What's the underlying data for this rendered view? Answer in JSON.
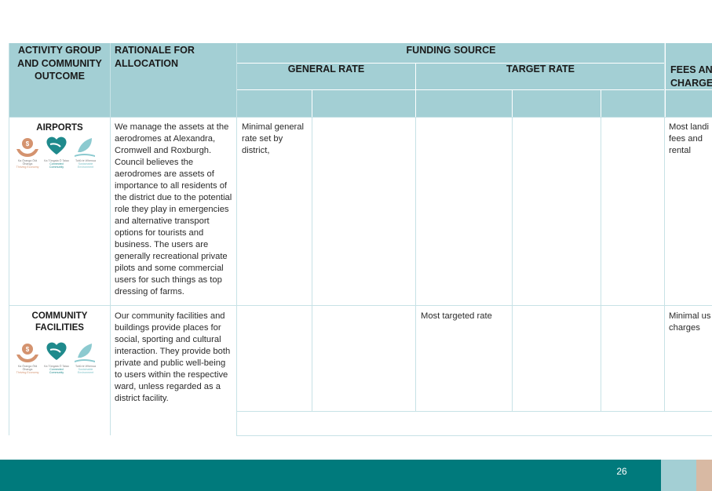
{
  "table": {
    "header": {
      "col1": "ACTIVITY GROUP AND COMMUNITY OUTCOME",
      "col2": "RATIONALE FOR ALLOCATION",
      "funding_source": "FUNDING SOURCE",
      "general_rate": "GENERAL RATE",
      "target_rate": "TARGET RATE",
      "fees": "FEES AN CHARGE"
    },
    "outcome_icons": [
      {
        "name": "thriving-economy-icon",
        "caption": "Ka Ōranga Ōtā Ōhanga",
        "subcaption": "Thriving Economy",
        "color": "#d4936f"
      },
      {
        "name": "connected-community-icon",
        "caption": "Ka Tūngata Ō Taiao",
        "subcaption": "Connected Community",
        "color": "#1f8a8c"
      },
      {
        "name": "sustainable-environment-icon",
        "caption": "Toitū te Whenua",
        "subcaption": "Sustainable Environment",
        "color": "#8ccad0"
      }
    ],
    "rows": [
      {
        "group": "AIRPORTS",
        "rationale": "We manage the assets at the aerodromes at Alexandra, Cromwell and Roxburgh. Council believes the aerodromes are assets of importance to all residents of the district due to the potential role they play in emergencies and alternative transport options for tourists and business. The users are generally recreational private pilots and some commercial users for such things as top dressing of farms.",
        "general_rate": "Minimal general rate set by district,",
        "target_rate": "",
        "fees": "Most landi fees and rental"
      },
      {
        "group": "COMMUNITY FACILITIES",
        "rationale": "Our community facilities and buildings provide places for social, sporting and cultural interaction. They provide both private and public well-being to users within the respective ward, unless regarded as a district facility.",
        "general_rate": "",
        "target_rate": "Most targeted rate",
        "fees": "Minimal us charges"
      }
    ]
  },
  "footer": {
    "page_number": "26",
    "colors": {
      "bar": "#007a7c",
      "accent1": "#a3cfd4",
      "accent2": "#d8b9a3"
    }
  }
}
